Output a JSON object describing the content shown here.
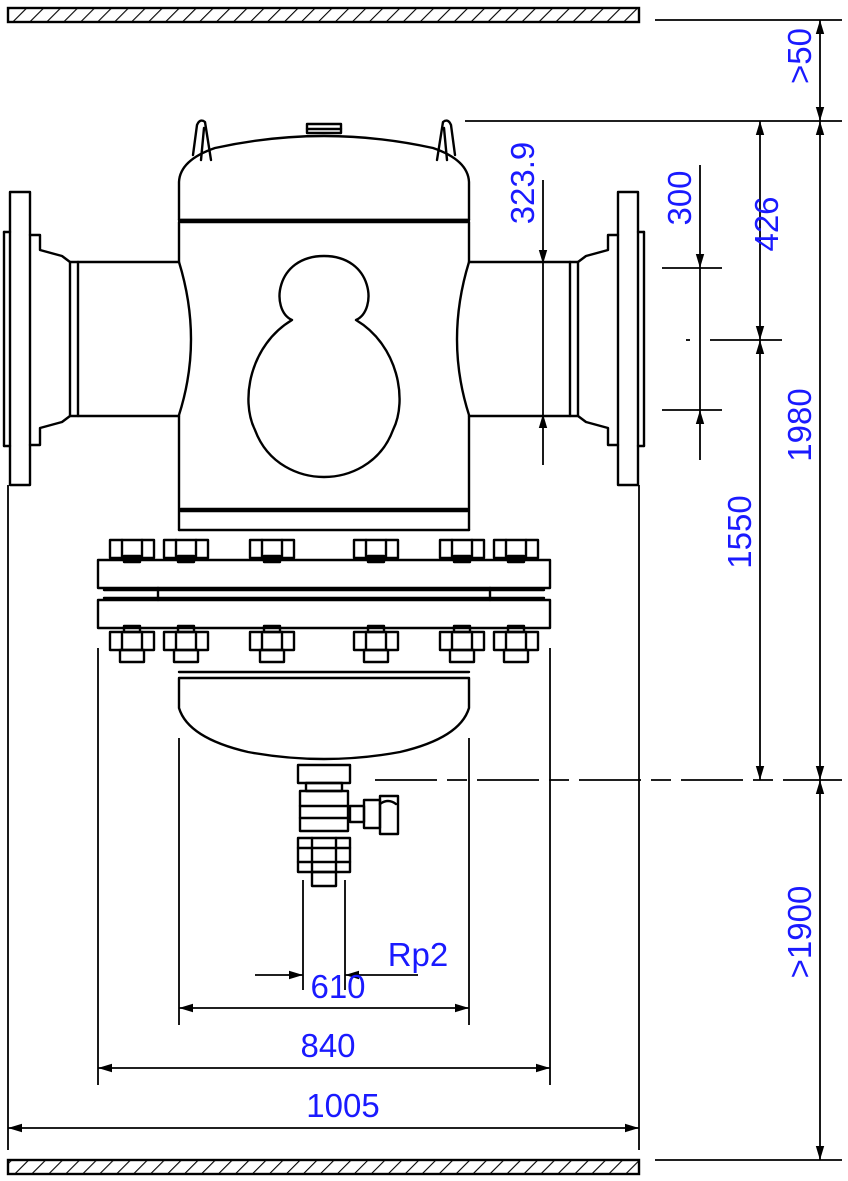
{
  "dimensions": {
    "top_clearance": ">50",
    "total_height": "1980",
    "nozzle_height": "1550",
    "bottom_clearance": ">1900",
    "inlet_diameter": "323.9",
    "nozzle_offset": "300",
    "top_to_nozzle": "426",
    "drain_connection": "Rp2",
    "width_610": "610",
    "width_840": "840",
    "width_1005": "1005"
  },
  "colors": {
    "dimension_text": "#1a1aff",
    "lines": "#000000"
  }
}
